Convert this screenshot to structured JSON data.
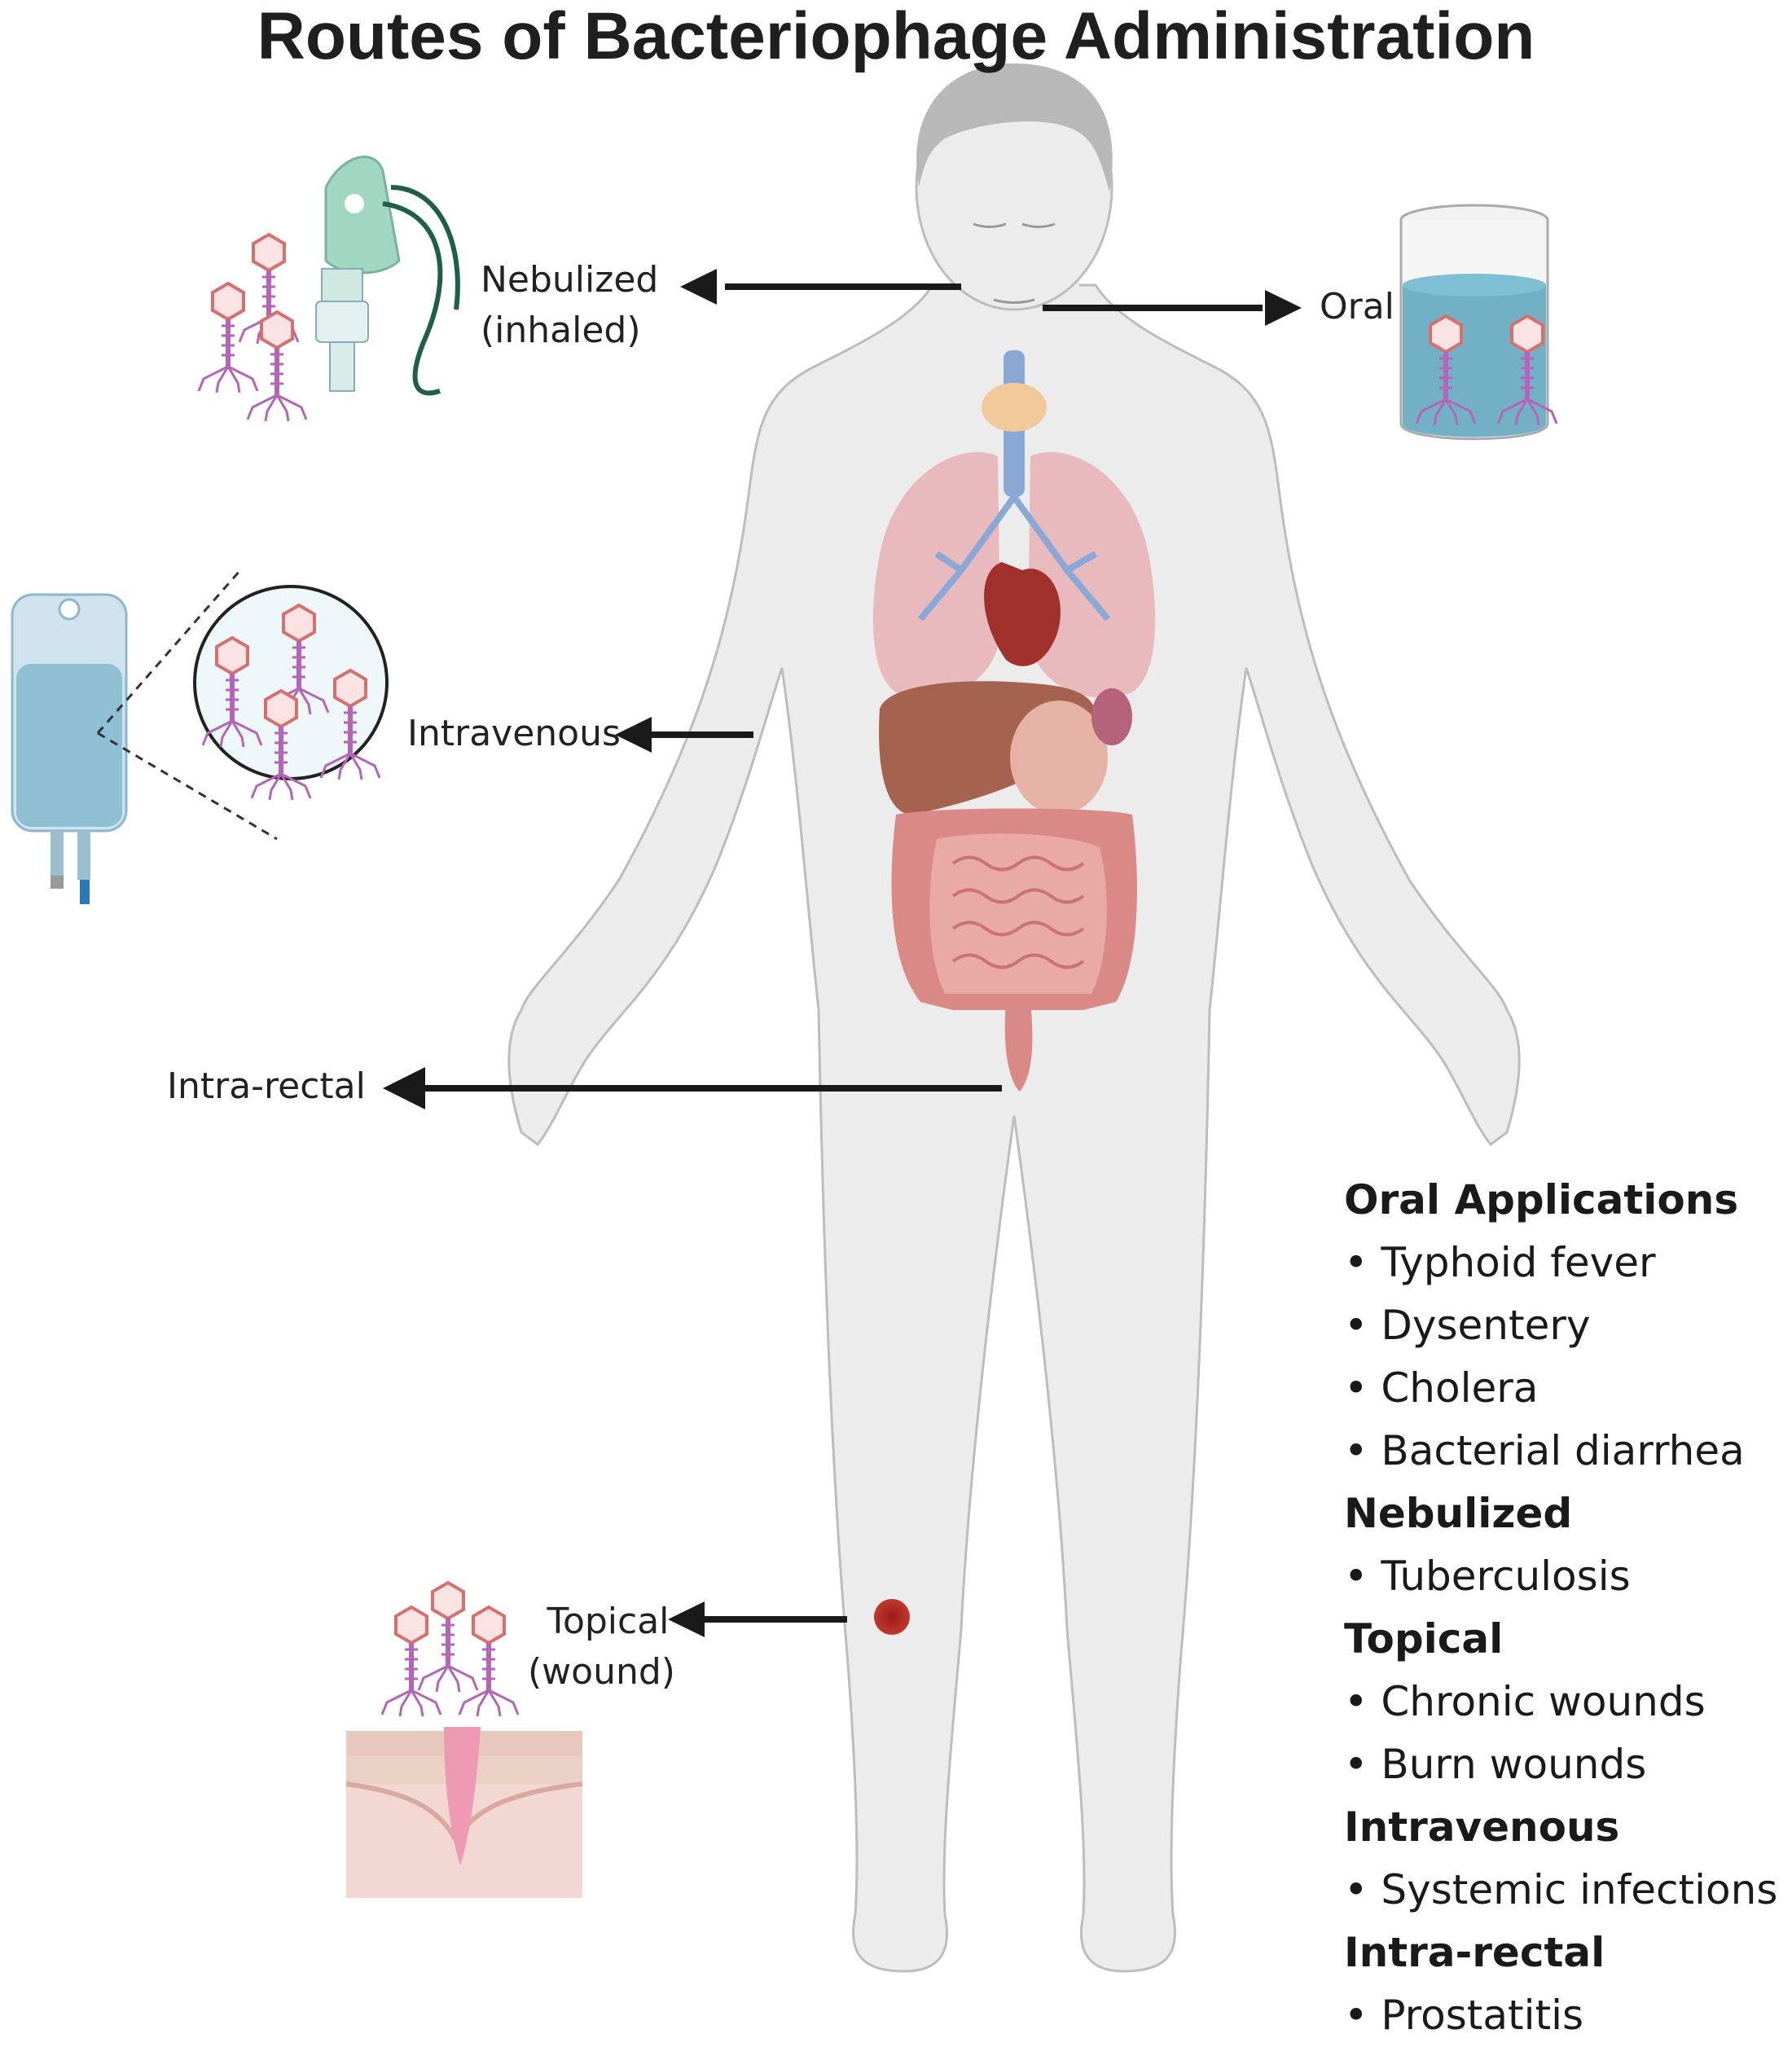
{
  "title": "Routes of Bacteriophage Administration",
  "routes": {
    "nebulized": [
      "Nebulized",
      "(inhaled)"
    ],
    "oral": "Oral",
    "intravenous": "Intravenous",
    "intra_rectal": "Intra-rectal",
    "topical": [
      "Topical",
      "(wound)"
    ]
  },
  "applications": [
    {
      "heading": "Oral Applications",
      "items": [
        "• Typhoid fever",
        "• Dysentery",
        "• Cholera",
        "• Bacterial diarrhea"
      ]
    },
    {
      "heading": "Nebulized",
      "items": [
        "• Tuberculosis"
      ]
    },
    {
      "heading": "Topical",
      "items": [
        "• Chronic wounds",
        "• Burn wounds"
      ]
    },
    {
      "heading": "Intravenous",
      "items": [
        "• Systemic infections"
      ]
    },
    {
      "heading": "Intra-rectal",
      "items": [
        "• Prostatitis"
      ]
    }
  ],
  "colors": {
    "body_skin": "#ececec",
    "body_outline": "#bdbdbd",
    "lungs": "#e8b4b8",
    "liver": "#a5624e",
    "intestine": "#d98a86",
    "phage_head": "#fbe3e3",
    "phage_stroke": "#d6706f",
    "phage_tail": "#b565b8",
    "arrow": "#1a1a1a",
    "liquid": "#5aa3bd",
    "mask": "#8fd1b8"
  }
}
